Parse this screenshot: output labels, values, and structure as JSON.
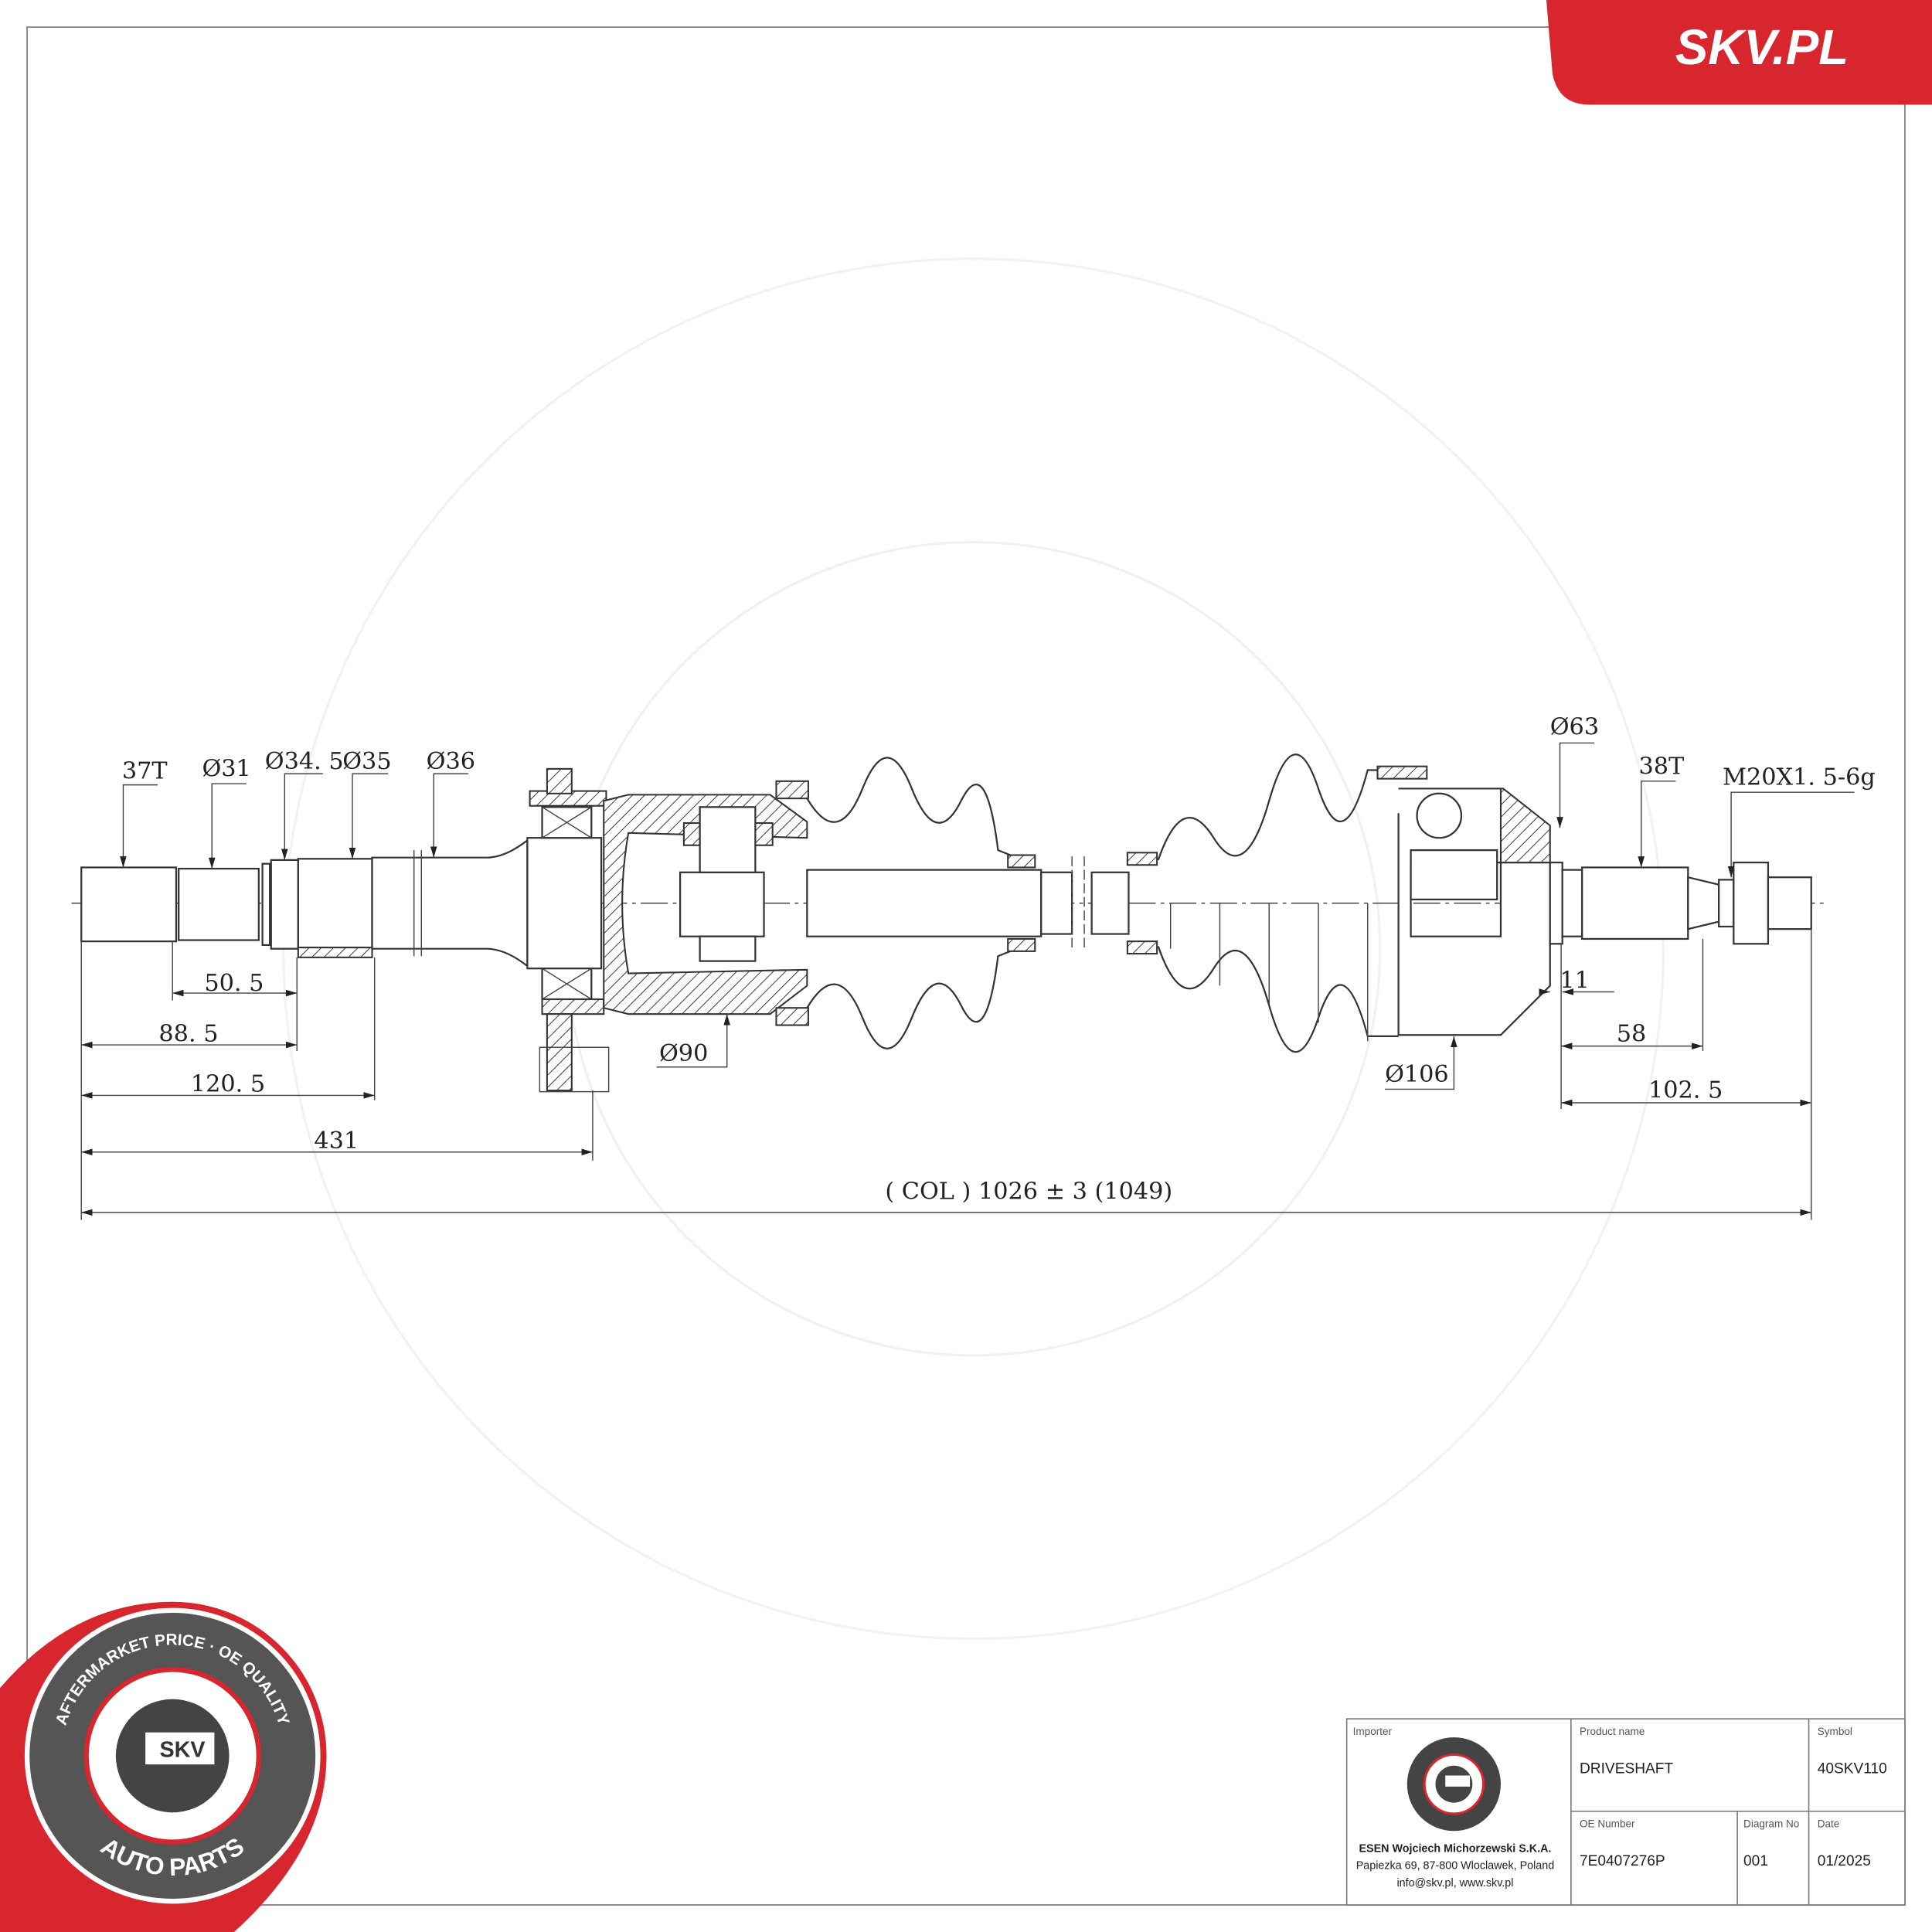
{
  "brand": {
    "logo_text": "SKV.PL",
    "color": "#d7262e"
  },
  "badge": {
    "top_text": "AFTERMARKET PRICE · OE QUALITY",
    "center_text": "SKV",
    "bottom_text": "AUTO PARTS"
  },
  "dimensions": {
    "inner_spline": "37T",
    "d31": "Ø31",
    "d34_5": "Ø34. 5",
    "d35": "Ø35",
    "d36": "Ø36",
    "l50_5": "50. 5",
    "l88_5": "88. 5",
    "l120_5": "120. 5",
    "l431": "431",
    "d90": "Ø90",
    "d63": "Ø63",
    "outer_spline": "38T",
    "thread": "M20X1. 5-6g",
    "l11": "11",
    "d106": "Ø106",
    "l58": "58",
    "l102_5": "102. 5",
    "total": "( COL ) 1026 ± 3 (1049)"
  },
  "title_block": {
    "importer_label": "Importer",
    "importer_name": "ESEN Wojciech Michorzewski S.K.A.",
    "importer_address": "Papiezka 69, 87-800 Wloclawek, Poland",
    "importer_contact": "info@skv.pl, www.skv.pl",
    "product_name_label": "Product name",
    "product_name": "DRIVESHAFT",
    "symbol_label": "Symbol",
    "symbol": "40SKV110",
    "oe_number_label": "OE Number",
    "oe_number": "7E0407276P",
    "diagram_no_label": "Diagram No",
    "diagram_no": "001",
    "date_label": "Date",
    "date": "01/2025"
  }
}
